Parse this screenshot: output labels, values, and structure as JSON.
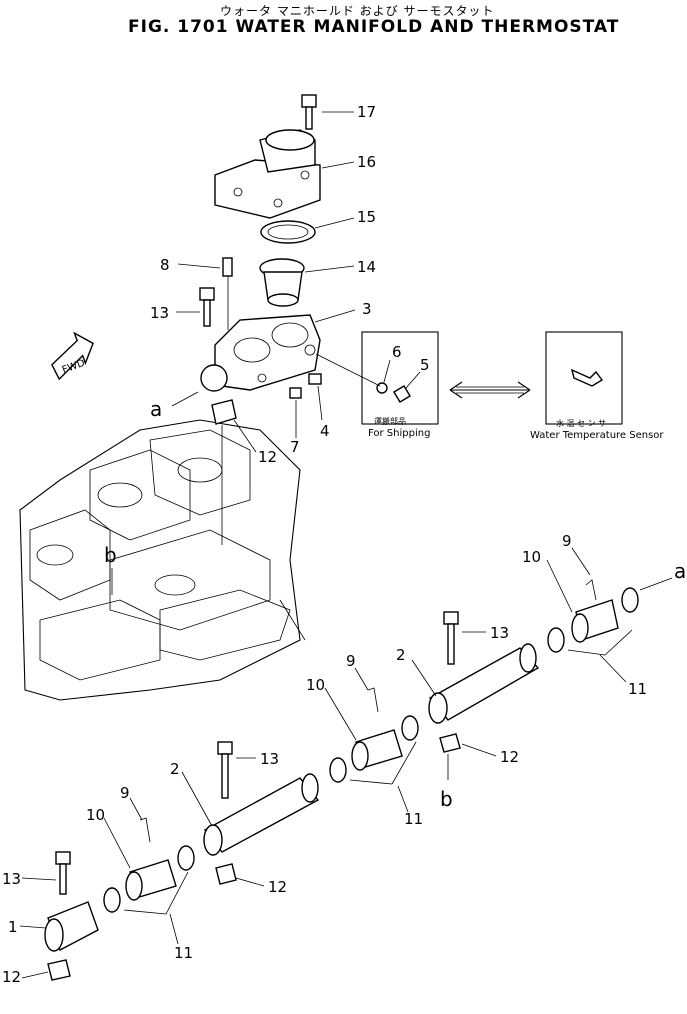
{
  "header": {
    "title_jp": "ウォータ マニホールド および サーモスタット",
    "title_en": "FIG. 1701  WATER MANIFOLD AND THERMOSTAT"
  },
  "fwd_label": "FWD",
  "callouts": {
    "c17": "17",
    "c16": "16",
    "c15": "15",
    "c8": "8",
    "c14": "14",
    "c13a": "13",
    "c3": "3",
    "c6": "6",
    "c5": "5",
    "c7": "7",
    "c4": "4",
    "c12a": "12",
    "c9a": "9",
    "c10a": "10",
    "c13b": "13",
    "c2a": "2",
    "c11a": "11",
    "c9b": "9",
    "c10b": "10",
    "c12b": "12",
    "c11b": "11",
    "c13c": "13",
    "c2b": "2",
    "c9c": "9",
    "c10c": "10",
    "c13d": "13",
    "c1": "1",
    "c11c": "11",
    "c12c": "12",
    "c12d": "12"
  },
  "refs": {
    "a1": "a",
    "a2": "a",
    "b1": "b",
    "b2": "b"
  },
  "shipping_box": {
    "label_jp": "運搬部品",
    "label_en": "For Shipping"
  },
  "sensor_box": {
    "label_jp": "水 温 セ ン サ",
    "label_en": "Water Temperature Sensor"
  }
}
